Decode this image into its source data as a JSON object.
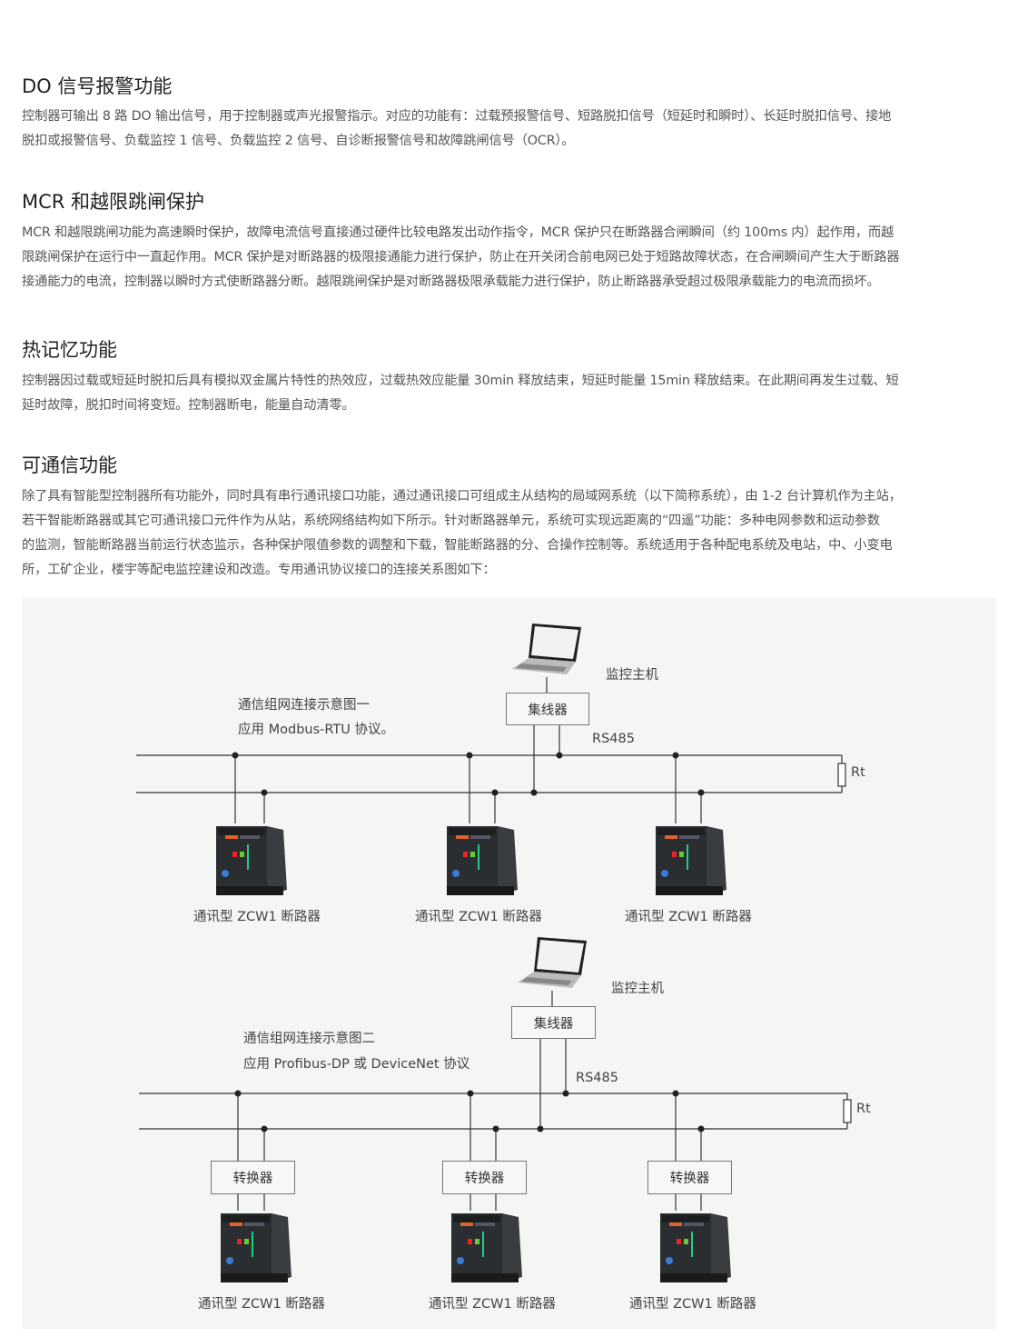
{
  "sections": [
    {
      "title": "DO 信号报警功能",
      "lines": [
        "控制器可输出 8 路 DO 输出信号，用于控制器或声光报警指示。对应的功能有：过载预报警信号、短路脱扣信号（短延时和瞬时）、长延时脱扣信号、接地",
        "脱扣或报警信号、负载监控 1 信号、负载监控 2 信号、自诊断报警信号和故障跳闸信号（OCR）。"
      ]
    },
    {
      "title": "MCR 和越限跳闸保护",
      "lines": [
        "MCR 和越限跳闸功能为高速瞬时保护，故障电流信号直接通过硬件比较电路发出动作指令，MCR 保护只在断路器合闸瞬间（约 100ms 内）起作用，而越",
        "限跳闸保护在运行中一直起作用。MCR 保护是对断路器的极限接通能力进行保护，防止在开关闭合前电网已处于短路故障状态，在合闸瞬间产生大于断路器",
        "接通能力的电流，控制器以瞬时方式使断路器分断。越限跳闸保护是对断路器极限承载能力进行保护，防止断路器承受超过极限承载能力的电流而损坏。"
      ]
    },
    {
      "title": "热记忆功能",
      "lines": [
        "控制器因过载或短延时脱扣后具有模拟双金属片特性的热效应，过载热效应能量 30min 释放结束，短延时能量 15min 释放结束。在此期间再发生过载、短",
        "延时故障，脱扣时间将变短。控制器断电，能量自动清零。"
      ]
    },
    {
      "title": "可通信功能",
      "lines": [
        "除了具有智能型控制器所有功能外，同时具有串行通讯接口功能，通过通讯接口可组成主从结构的局域网系统（以下简称系统），由 1-2 台计算机作为主站，",
        "若干智能断路器或其它可通讯接口元件作为从站，系统网络结构如下所示。针对断路器单元，系统可实现远距离的“四遥”功能：多种电网参数和运动参数",
        "的监测，智能断路器当前运行状态监示，各种保护限值参数的调整和下载，智能断路器的分、合操作控制等。系统适用于各种配电系统及电站，中、小变电",
        "所，工矿企业，楼宇等配电监控建设和改造。专用通讯协议接口的连接关系图如下："
      ]
    }
  ],
  "diagram1": {
    "host": "监控主机",
    "hub": "集线器",
    "title": "通信组网连接示意图一",
    "protocol": "应用 Modbus-RTU 协议。",
    "bus": "RS485",
    "terminator": "Rt",
    "breakers": [
      "通讯型 ZCW1 断路器",
      "通讯型 ZCW1 断路器",
      "通讯型 ZCW1 断路器"
    ]
  },
  "diagram2": {
    "host": "监控主机",
    "hub": "集线器",
    "title": "通信组网连接示意图二",
    "protocol": "应用 Profibus-DP 或 DeviceNet 协议",
    "bus": "RS485",
    "terminator": "Rt",
    "converters": [
      "转换器",
      "转换器",
      "转换器"
    ],
    "breakers": [
      "通讯型 ZCW1 断路器",
      "通讯型 ZCW1 断路器",
      "通讯型 ZCW1 断路器"
    ]
  }
}
